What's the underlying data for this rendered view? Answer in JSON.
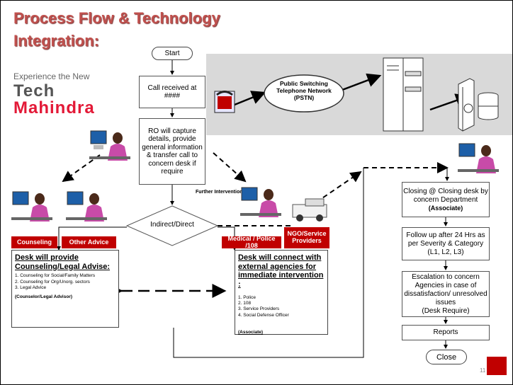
{
  "title": {
    "line1": "Process Flow & Technology",
    "line2": "Integration:"
  },
  "logo": {
    "tagline": "Experience the New",
    "word1": "Tech",
    "word2": "Mahindra"
  },
  "flow": {
    "start": "Start",
    "call_received": "Call received at ####",
    "ro_capture": "RO will capture details, provide general information & transfer call to concern desk if require",
    "decision": "Indirect/Direct",
    "further_intervention": "Further Intervention",
    "pstn": "Public Switching Telephone Network (PSTN)"
  },
  "labels": {
    "counseling": "Counseling",
    "other_advice": "Other Advice",
    "medical": "Medical / Police /108",
    "ngo": "NGO/Service Providers"
  },
  "desk_left": {
    "heading": "Desk will provide Counseling/Legal Advise:",
    "items": [
      "1. Counseling for Social/Family Matters",
      "2. Counseling for Org/Unorg. sectors",
      "3. Legal Advice"
    ],
    "footer": "(Counselor/Legal Advisor)"
  },
  "desk_right": {
    "heading": "Desk will connect with external agencies for immediate intervention :",
    "items": [
      "1. Police",
      "2. 108",
      "3. Service Providers",
      "4. Social Defense Officer"
    ],
    "footer": "(Associate)"
  },
  "right_flow": {
    "closing": "Closing @ Closing desk by concern Department",
    "closing_role": "(Associate)",
    "followup": "Follow up after 24 Hrs as per Severity & Category (L1, L2, L3)",
    "escalation": "Escalation to concern Agencies in case of dissatisfaction/ unresolved issues",
    "escalation_sub": "(Desk Require)",
    "reports": "Reports",
    "close": "Close"
  },
  "page_number": "11",
  "colors": {
    "title": "#c0504d",
    "label_red": "#c00000",
    "band": "#d9d9d9",
    "logo_red": "#e31937",
    "logo_gray": "#555555"
  }
}
